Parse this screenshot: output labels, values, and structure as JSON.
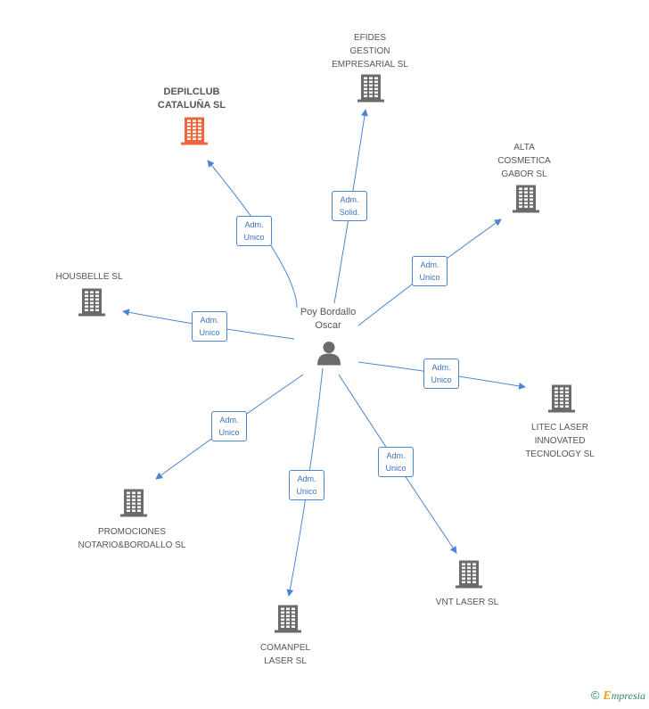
{
  "colors": {
    "edge": "#4a86d1",
    "building": "#6b6b6b",
    "highlight": "#f0643c",
    "person": "#6b6b6b"
  },
  "center": {
    "name": "Poy Bordallo\nOscar",
    "icon": "person-icon"
  },
  "companies": [
    {
      "id": "depilclub",
      "name": "DEPILCLUB\nCATALUÑA SL",
      "highlight": true,
      "icon": "building-icon"
    },
    {
      "id": "efides",
      "name": "EFIDES\nGESTION\nEMPRESARIAL SL",
      "highlight": false,
      "icon": "building-icon"
    },
    {
      "id": "alta",
      "name": "ALTA\nCOSMETICA\nGABOR SL",
      "highlight": false,
      "icon": "building-icon"
    },
    {
      "id": "housbelle",
      "name": "HOUSBELLE SL",
      "highlight": false,
      "icon": "building-icon"
    },
    {
      "id": "litec",
      "name": "LITEC LASER\nINNOVATED\nTECNOLOGY SL",
      "highlight": false,
      "icon": "building-icon"
    },
    {
      "id": "promociones",
      "name": "PROMOCIONES\nNOTARIO&BORDALLO SL",
      "highlight": false,
      "icon": "building-icon"
    },
    {
      "id": "comanpel",
      "name": "COMANPEL\nLASER SL",
      "highlight": false,
      "icon": "building-icon"
    },
    {
      "id": "vnt",
      "name": "VNT LASER SL",
      "highlight": false,
      "icon": "building-icon"
    }
  ],
  "relations": [
    {
      "to": "depilclub",
      "role": [
        "Adm.",
        "Unico"
      ]
    },
    {
      "to": "efides",
      "role": [
        "Adm.",
        "Solid."
      ]
    },
    {
      "to": "alta",
      "role": [
        "Adm.",
        "Unico"
      ]
    },
    {
      "to": "housbelle",
      "role": [
        "Adm.",
        "Unico"
      ]
    },
    {
      "to": "litec",
      "role": [
        "Adm.",
        "Unico"
      ]
    },
    {
      "to": "promociones",
      "role": [
        "Adm.",
        "Unico"
      ]
    },
    {
      "to": "comanpel",
      "role": [
        "Adm.",
        "Unico"
      ]
    },
    {
      "to": "vnt",
      "role": [
        "Adm.",
        "Unico"
      ]
    }
  ],
  "footer": {
    "symbol": "©",
    "brand_initial": "E",
    "brand_rest": "mpresia"
  }
}
